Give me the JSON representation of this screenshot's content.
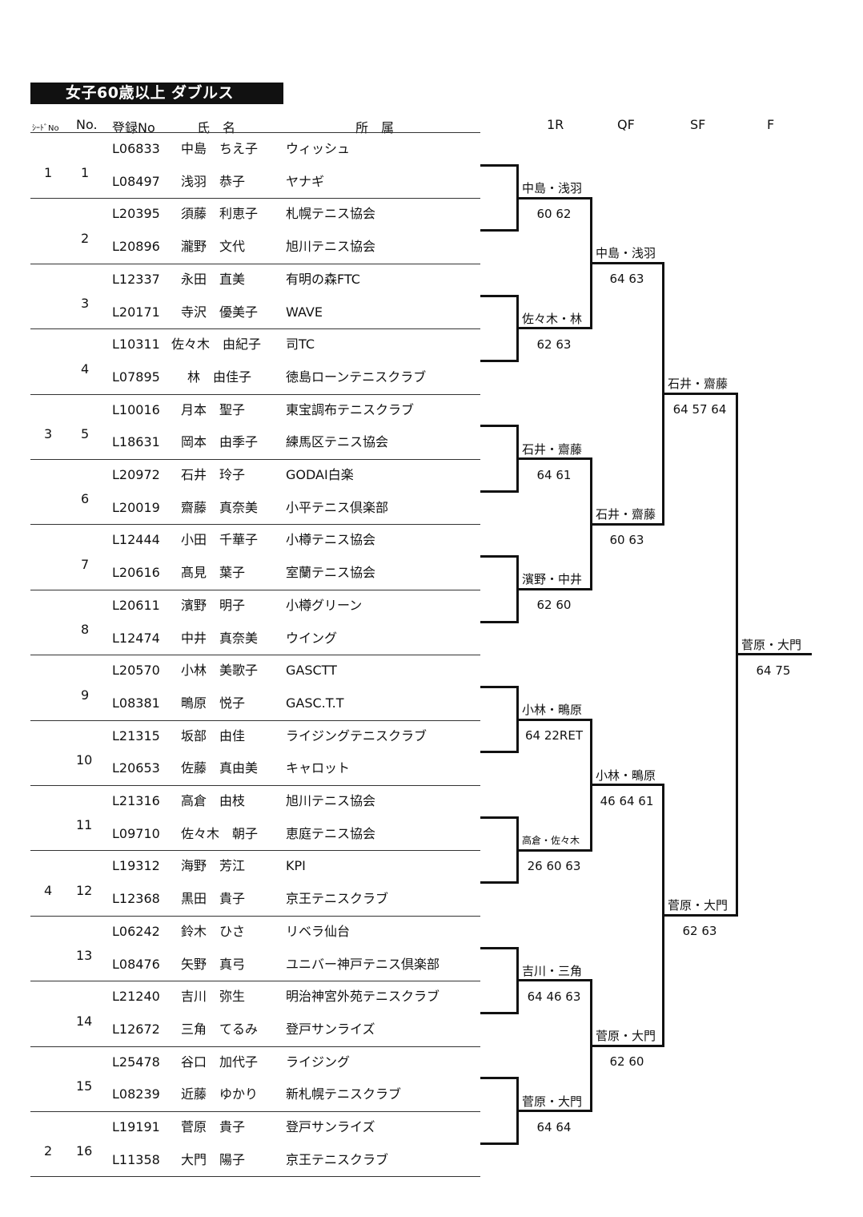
{
  "title": "女子60歳以上 ダブルス",
  "headers": {
    "seed": "ｼｰﾄﾞNo",
    "no": "No.",
    "reg": "登録No",
    "name": "氏　名",
    "club": "所　属",
    "r1": "1R",
    "qf": "QF",
    "sf": "SF",
    "f": "F"
  },
  "entries": [
    {
      "seed": "1",
      "no": "1",
      "players": [
        {
          "reg": "L06833",
          "name": "中島　ちえ子",
          "club": "ウィッシュ"
        },
        {
          "reg": "L08497",
          "name": "浅羽　恭子",
          "club": "ヤナギ"
        }
      ]
    },
    {
      "seed": "",
      "no": "2",
      "players": [
        {
          "reg": "L20395",
          "name": "須藤　利恵子",
          "club": "札幌テニス協会"
        },
        {
          "reg": "L20896",
          "name": "瀧野　文代",
          "club": "旭川テニス協会"
        }
      ]
    },
    {
      "seed": "",
      "no": "3",
      "players": [
        {
          "reg": "L12337",
          "name": "永田　直美",
          "club": "有明の森FTC"
        },
        {
          "reg": "L20171",
          "name": "寺沢　優美子",
          "club": "WAVE"
        }
      ]
    },
    {
      "seed": "",
      "no": "4",
      "players": [
        {
          "reg": "L10311",
          "name": "佐々木　由紀子",
          "club": "司TC"
        },
        {
          "reg": "L07895",
          "name": "林　由佳子",
          "club": "徳島ローンテニスクラブ"
        }
      ]
    },
    {
      "seed": "3",
      "no": "5",
      "players": [
        {
          "reg": "L10016",
          "name": "月本　聖子",
          "club": "東宝調布テニスクラブ"
        },
        {
          "reg": "L18631",
          "name": "岡本　由季子",
          "club": "練馬区テニス協会"
        }
      ]
    },
    {
      "seed": "",
      "no": "6",
      "players": [
        {
          "reg": "L20972",
          "name": "石井　玲子",
          "club": "GODAI白楽"
        },
        {
          "reg": "L20019",
          "name": "齋藤　真奈美",
          "club": "小平テニス倶楽部"
        }
      ]
    },
    {
      "seed": "",
      "no": "7",
      "players": [
        {
          "reg": "L12444",
          "name": "小田　千華子",
          "club": "小樽テニス協会"
        },
        {
          "reg": "L20616",
          "name": "髙見　葉子",
          "club": "室蘭テニス協会"
        }
      ]
    },
    {
      "seed": "",
      "no": "8",
      "players": [
        {
          "reg": "L20611",
          "name": "濱野　明子",
          "club": "小樽グリーン"
        },
        {
          "reg": "L12474",
          "name": "中井　真奈美",
          "club": "ウイング"
        }
      ]
    },
    {
      "seed": "",
      "no": "9",
      "players": [
        {
          "reg": "L20570",
          "name": "小林　美歌子",
          "club": "GASCTT"
        },
        {
          "reg": "L08381",
          "name": "鴫原　悦子",
          "club": "GASC.T.T"
        }
      ]
    },
    {
      "seed": "",
      "no": "10",
      "players": [
        {
          "reg": "L21315",
          "name": "坂部　由佳",
          "club": "ライジングテニスクラブ"
        },
        {
          "reg": "L20653",
          "name": "佐藤　真由美",
          "club": "キャロット"
        }
      ]
    },
    {
      "seed": "",
      "no": "11",
      "players": [
        {
          "reg": "L21316",
          "name": "高倉　由枝",
          "club": "旭川テニス協会"
        },
        {
          "reg": "L09710",
          "name": "佐々木　朝子",
          "club": "恵庭テニス協会"
        }
      ]
    },
    {
      "seed": "4",
      "no": "12",
      "players": [
        {
          "reg": "L19312",
          "name": "海野　芳江",
          "club": "KPI"
        },
        {
          "reg": "L12368",
          "name": "黒田　貴子",
          "club": "京王テニスクラブ"
        }
      ]
    },
    {
      "seed": "",
      "no": "13",
      "players": [
        {
          "reg": "L06242",
          "name": "鈴木　ひさ",
          "club": "リベラ仙台"
        },
        {
          "reg": "L08476",
          "name": "矢野　真弓",
          "club": "ユニバー神戸テニス倶楽部"
        }
      ]
    },
    {
      "seed": "",
      "no": "14",
      "players": [
        {
          "reg": "L21240",
          "name": "吉川　弥生",
          "club": "明治神宮外苑テニスクラブ"
        },
        {
          "reg": "L12672",
          "name": "三角　てるみ",
          "club": "登戸サンライズ"
        }
      ]
    },
    {
      "seed": "",
      "no": "15",
      "players": [
        {
          "reg": "L25478",
          "name": "谷口　加代子",
          "club": "ライジング"
        },
        {
          "reg": "L08239",
          "name": "近藤　ゆかり",
          "club": "新札幌テニスクラブ"
        }
      ]
    },
    {
      "seed": "2",
      "no": "16",
      "players": [
        {
          "reg": "L19191",
          "name": "菅原　貴子",
          "club": "登戸サンライズ"
        },
        {
          "reg": "L11358",
          "name": "大門　陽子",
          "club": "京王テニスクラブ"
        }
      ]
    }
  ],
  "rounds": {
    "r1": [
      {
        "winner": "中島・浅羽",
        "score": "60 62"
      },
      {
        "winner": "佐々木・林",
        "score": "62 63"
      },
      {
        "winner": "石井・齋藤",
        "score": "64 61"
      },
      {
        "winner": "濱野・中井",
        "score": "62 60"
      },
      {
        "winner": "小林・鴫原",
        "score": "64 22RET"
      },
      {
        "winner": "高倉・佐々木",
        "score": "26 60 63"
      },
      {
        "winner": "吉川・三角",
        "score": "64 46 63"
      },
      {
        "winner": "菅原・大門",
        "score": "64 64"
      }
    ],
    "qf": [
      {
        "winner": "中島・浅羽",
        "score": "64 63"
      },
      {
        "winner": "石井・齋藤",
        "score": "60 63"
      },
      {
        "winner": "小林・鴫原",
        "score": "46 64 61"
      },
      {
        "winner": "菅原・大門",
        "score": "62 60"
      }
    ],
    "sf": [
      {
        "winner": "石井・齋藤",
        "score": "64 57 64"
      },
      {
        "winner": "菅原・大門",
        "score": "62 63"
      }
    ],
    "f": [
      {
        "winner": "菅原・大門",
        "score": "64 75"
      }
    ]
  }
}
